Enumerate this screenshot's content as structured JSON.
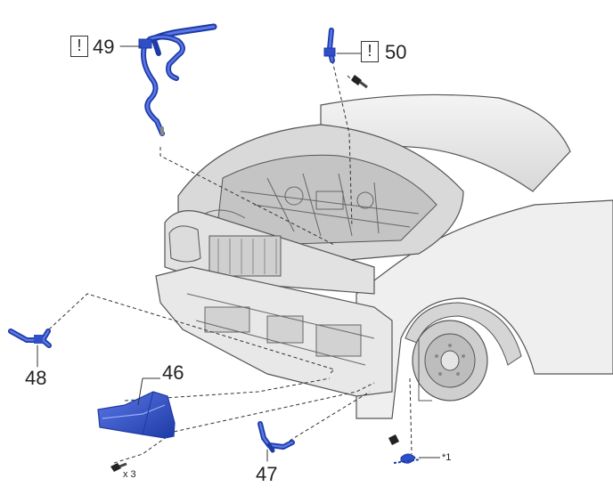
{
  "callouts": {
    "p46": "46",
    "p47": "47",
    "p48": "48",
    "p49": "49",
    "p50": "50"
  },
  "warning_symbol": "!",
  "annotations": {
    "bolt_qty": "x 3",
    "note_ref": "*1"
  },
  "colors": {
    "part_blue": "#2f4fc8",
    "outline": "#4a4a4a",
    "fill_light": "#e6e6e6",
    "fill_mid": "#cfcfcf"
  }
}
